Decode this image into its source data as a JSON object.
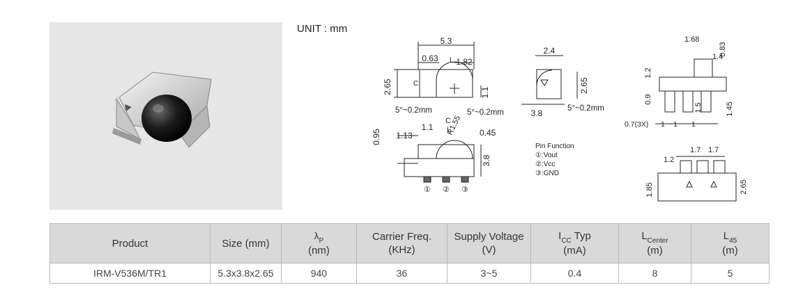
{
  "unit_label": "UNIT : mm",
  "pin_function": {
    "title": "Pin Function",
    "pins": [
      "①:Vout",
      "②:Vcc",
      "③:GND"
    ]
  },
  "front_view": {
    "width": "5.3",
    "d063": "0.63",
    "d182": "1.82",
    "height": "2.65",
    "d11": "1.1",
    "tol_left": "5°~0.2mm",
    "tol_right": "5°~0.2mm",
    "c": "C",
    "l": "L"
  },
  "side_view": {
    "d24": "2.4",
    "d265": "2.65",
    "d38": "3.8",
    "tol": "5°~0.2mm"
  },
  "bottom_view": {
    "d095": "0.95",
    "d113": "1.13",
    "d11": "1.1",
    "r155": "R1.55",
    "d045": "0.45",
    "d38": "3.8",
    "c": "C",
    "l": "L",
    "pins": [
      "①",
      "②",
      "③"
    ]
  },
  "pad_top": {
    "d168": "1.68",
    "d083": "0.83",
    "d14": "1.4",
    "d12": "1.2",
    "d09": "0.9",
    "d15": "1.5",
    "d145": "1.45",
    "d07": "0.7(3X)",
    "ones": [
      "1",
      "1",
      "1"
    ]
  },
  "pad_bottom": {
    "d12": "1.2",
    "d17a": "1.7",
    "d17b": "1.7",
    "d185": "1.85",
    "d265": "2.65"
  },
  "table": {
    "headers": {
      "product": "Product",
      "size": "Size (mm)",
      "lambda_sym": "λ",
      "lambda_sub": "P",
      "lambda_unit": "(nm)",
      "carrier": "Carrier Freq.",
      "carrier_unit": "(KHz)",
      "supply": "Supply Voltage",
      "supply_unit": "(V)",
      "icc_sym": "I",
      "icc_sub": "CC",
      "icc_rest": " Typ",
      "icc_unit": "(mA)",
      "lc_sym": "L",
      "lc_sub": "Center",
      "lc_unit": "(m)",
      "l45_sym": "L",
      "l45_sub": "45",
      "l45_unit": "(m)"
    },
    "row": {
      "product": "IRM-V536M/TR1",
      "size": "5.3x3.8x2.65",
      "lambda": "940",
      "carrier": "36",
      "supply": "3~5",
      "icc": "0.4",
      "lc": "8",
      "l45": "5"
    }
  }
}
